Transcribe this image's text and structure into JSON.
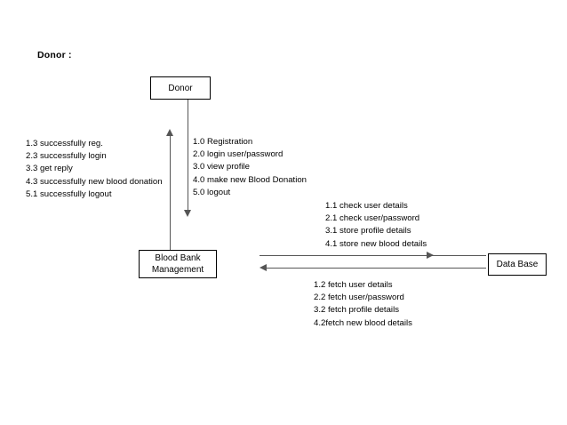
{
  "diagram": {
    "title": "Donor :",
    "nodes": {
      "donor": "Donor",
      "blood_bank_line1": "Blood Bank",
      "blood_bank_line2": "Management",
      "database": "Data Base"
    },
    "labels": {
      "donor_returns": "1.3  successfully reg.\n2.3 successfully login\n3.3 get reply\n4.3 successfully new blood donation\n5.1 successfully logout",
      "donor_calls": "1.0  Registration\n2.0 login user/password\n3.0 view profile\n4.0 make new Blood Donation\n5.0 logout",
      "db_store": "1.1 check user details\n2.1 check user/password\n3.1 store profile details\n4.1 store new blood details",
      "db_fetch": "1.2 fetch user details\n2.2 fetch user/password\n3.2 fetch profile details\n4.2fetch new blood details"
    },
    "colors": {
      "stroke": "#000000",
      "arrow": "#555555",
      "background": "#ffffff"
    }
  }
}
